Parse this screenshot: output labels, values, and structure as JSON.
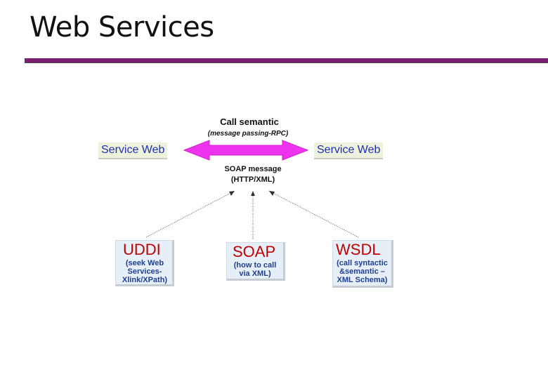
{
  "title": "Web Services",
  "diagram": {
    "call_semantic": "Call semantic",
    "message_passing": "(message passing-RPC)",
    "service_left": "Service Web",
    "service_right": "Service Web",
    "soap_message": "SOAP message",
    "http_xml": "(HTTP/XML)",
    "boxes": [
      {
        "name": "UDDI",
        "desc": "(seek Web\nServices-\nXlink/XPath)"
      },
      {
        "name": "SOAP",
        "desc": "(how to call\nvia XML)"
      },
      {
        "name": "WSDL",
        "desc": "(call syntactic\n&semantic –\nXML Schema)"
      }
    ],
    "colors": {
      "arrow": "#ee33ee",
      "title_rule": "#7a1f74",
      "service_text": "#1f2fb3",
      "tech_name": "#c00000",
      "tech_desc": "#1f3f8f"
    }
  }
}
